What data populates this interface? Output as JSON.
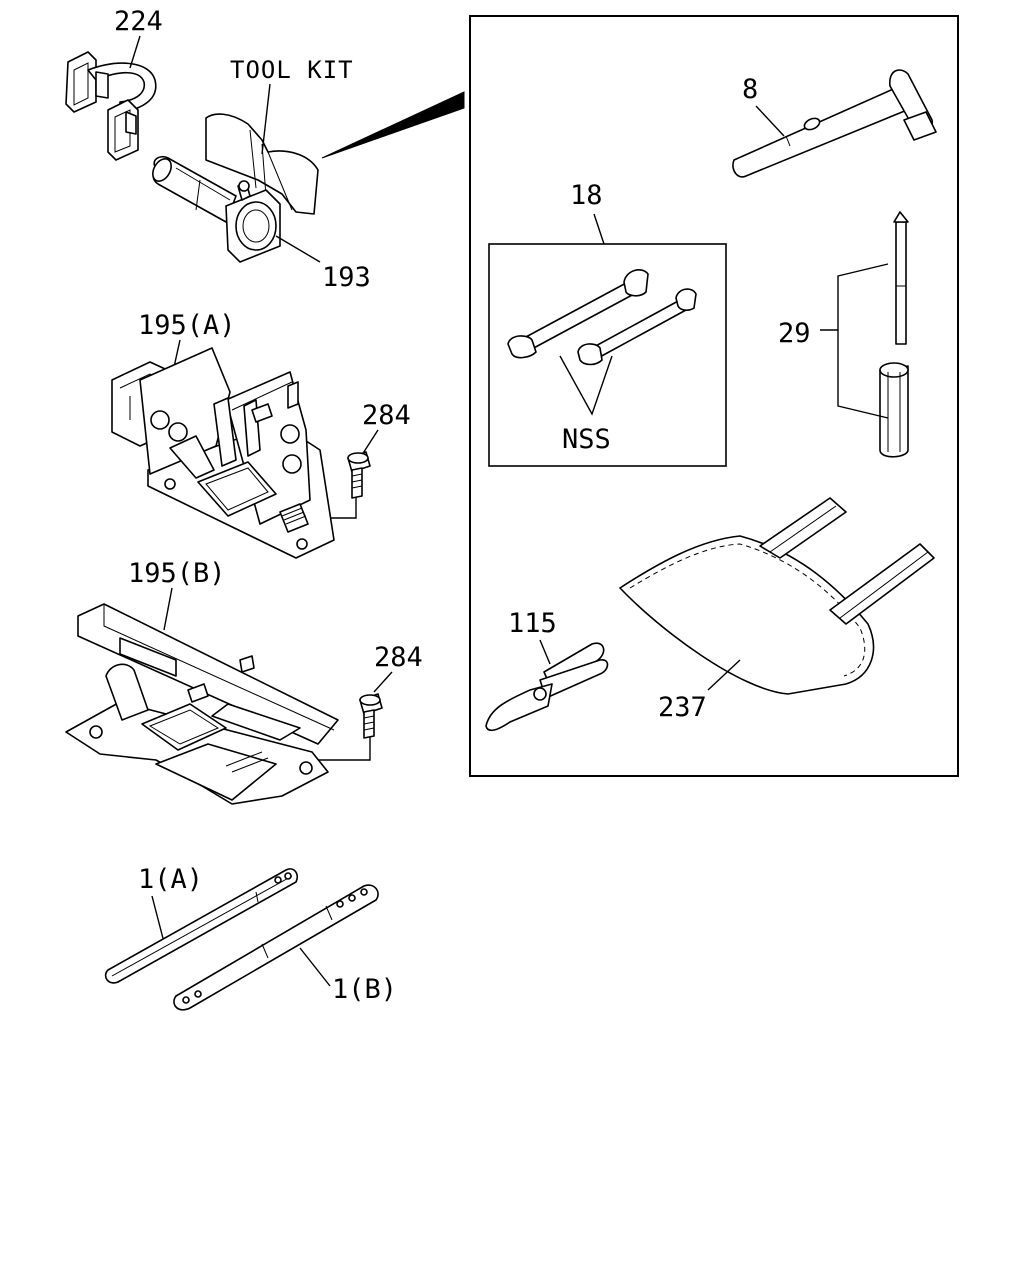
{
  "labels": {
    "p224": "224",
    "tool_kit": "TOOL KIT",
    "p193": "193",
    "p195a": "195(A)",
    "p284a": "284",
    "p195b": "195(B)",
    "p284b": "284",
    "p1a": "1(A)",
    "p1b": "1(B)",
    "p8": "8",
    "p18": "18",
    "p29": "29",
    "nss": "NSS",
    "p115": "115",
    "p237": "237"
  }
}
